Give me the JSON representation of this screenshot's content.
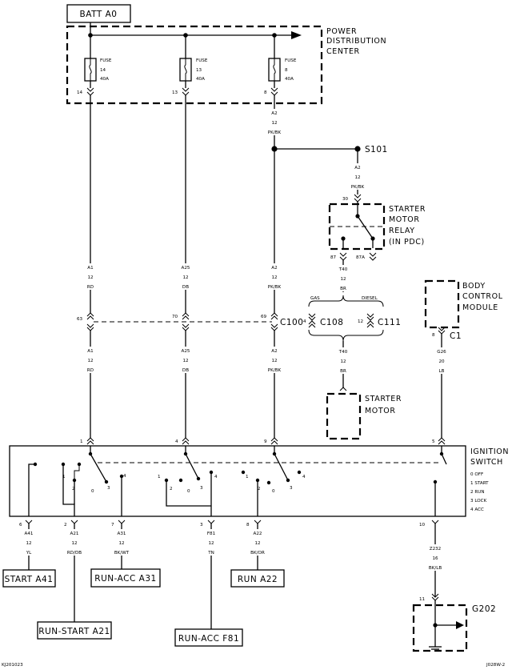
{
  "title_label": "BATT A0",
  "pdc": {
    "title": [
      "POWER",
      "DISTRIBUTION",
      "CENTER"
    ],
    "fuses": [
      {
        "word": "FUSE",
        "num": "14",
        "amp": "40A",
        "pin": "14"
      },
      {
        "word": "FUSE",
        "num": "13",
        "amp": "40A",
        "pin": "13"
      },
      {
        "word": "FUSE",
        "num": "8",
        "amp": "40A",
        "pin": "8"
      }
    ]
  },
  "splice": {
    "label": "S101",
    "wire_upper": [
      "A2",
      "12",
      "PK/BK"
    ],
    "wire_lower": [
      "A2",
      "12",
      "PK/BK"
    ]
  },
  "relay": {
    "title": [
      "STARTER",
      "MOTOR",
      "RELAY",
      "(IN PDC)"
    ],
    "pin_top": "30",
    "pin_left": "87",
    "pin_right": "87A",
    "out_wire": [
      "T40",
      "12",
      "BR"
    ]
  },
  "variants": {
    "gas": "GAS",
    "diesel": "DIESEL"
  },
  "connectors": {
    "c100": {
      "label": "C100",
      "pins": [
        "63",
        "70",
        "69"
      ]
    },
    "c108": {
      "label": "C108",
      "pin": "4"
    },
    "c111": {
      "label": "C111",
      "pin": "12"
    },
    "c1": {
      "label": "C1",
      "pin": "8"
    }
  },
  "wires_above_c100": [
    [
      "A1",
      "12",
      "RD"
    ],
    [
      "A25",
      "12",
      "DB"
    ],
    [
      "A2",
      "12",
      "PK/BK"
    ]
  ],
  "wires_below_c100": [
    [
      "A1",
      "12",
      "RD"
    ],
    [
      "A25",
      "12",
      "DB"
    ],
    [
      "A2",
      "12",
      "PK/BK"
    ]
  ],
  "starter_wire": [
    "T40",
    "12",
    "BR"
  ],
  "starter_motor": {
    "title": [
      "STARTER",
      "MOTOR"
    ]
  },
  "bcm": {
    "title": [
      "BODY",
      "CONTROL",
      "MODULE"
    ],
    "wire": [
      "G26",
      "20",
      "LB"
    ]
  },
  "ignition": {
    "title": [
      "IGNITION",
      "SWITCH"
    ],
    "positions": [
      "0 OFF",
      "1 START",
      "2 RUN",
      "3 LOCK",
      "4 ACC"
    ],
    "top_pins": [
      "1",
      "4",
      "9",
      "5"
    ],
    "bottom_pins": [
      "6",
      "2",
      "7",
      "3",
      "8",
      "10"
    ],
    "contact_nums": [
      "0",
      "1",
      "2",
      "3",
      "4"
    ]
  },
  "outputs": [
    {
      "wire": [
        "A41",
        "12",
        "YL"
      ],
      "label": "START A41"
    },
    {
      "wire": [
        "A21",
        "12",
        "RD/DB"
      ],
      "label": "RUN-START A21"
    },
    {
      "wire": [
        "A31",
        "12",
        "BK/WT"
      ],
      "label": "RUN-ACC A31"
    },
    {
      "wire": [
        "F81",
        "12",
        "TN"
      ],
      "label": "RUN-ACC F81"
    },
    {
      "wire": [
        "A22",
        "12",
        "BK/OR"
      ],
      "label": "RUN A22"
    }
  ],
  "ground": {
    "wire": [
      "Z232",
      "16",
      "BK/LB"
    ],
    "pin": "11",
    "label": "G202"
  },
  "footer": {
    "left": "KJ201023",
    "right": "J028W-2"
  }
}
